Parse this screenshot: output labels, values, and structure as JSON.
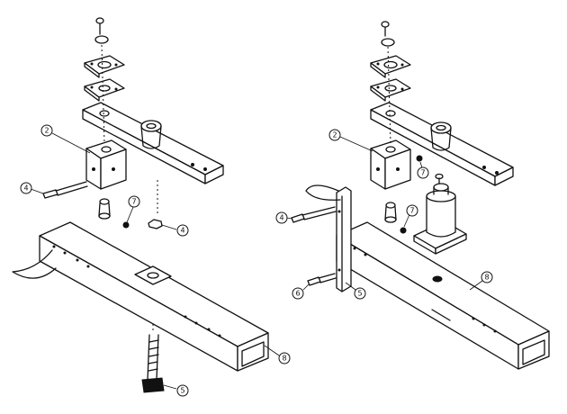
{
  "callouts": {
    "left": {
      "bracket": "2",
      "bolt": "4",
      "washer": "7",
      "nut": "4",
      "beam": "8",
      "jack_bolt": "5"
    },
    "right": {
      "bracket": "2",
      "washer_top": "7",
      "bolt_top": "4",
      "washer_mid": "7",
      "bolt_low": "6",
      "plate": "5",
      "beam": "8"
    }
  }
}
